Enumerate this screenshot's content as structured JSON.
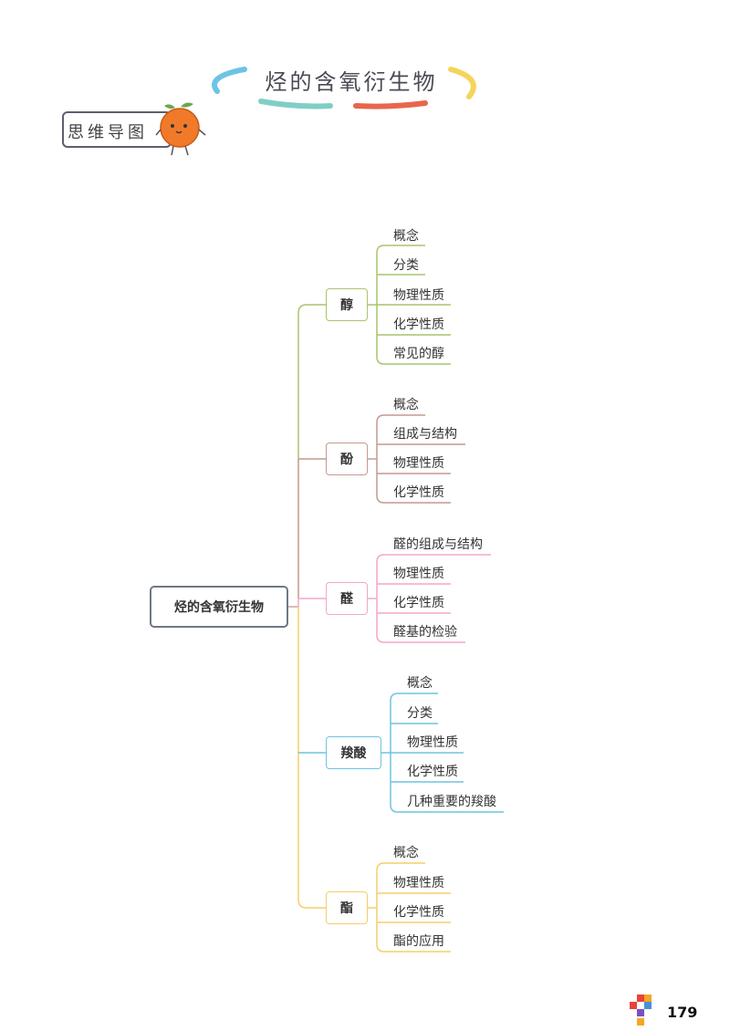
{
  "header": {
    "title": "烃的含氧衍生物",
    "badge": "思维导图"
  },
  "mindmap": {
    "root": "烃的含氧衍生物",
    "branches": [
      {
        "label": "醇",
        "color": "#a9c46c",
        "children": [
          "概念",
          "分类",
          "物理性质",
          "化学性质",
          "常见的醇"
        ]
      },
      {
        "label": "酚",
        "color": "#c49a8e",
        "children": [
          "概念",
          "组成与结构",
          "物理性质",
          "化学性质"
        ]
      },
      {
        "label": "醛",
        "color": "#f3a6cc",
        "children": [
          "醛的组成与结构",
          "物理性质",
          "化学性质",
          "醛基的检验"
        ]
      },
      {
        "label": "羧酸",
        "color": "#6ec3e0",
        "children": [
          "概念",
          "分类",
          "物理性质",
          "化学性质",
          "几种重要的羧酸"
        ]
      },
      {
        "label": "酯",
        "color": "#f5cd6b",
        "children": [
          "概念",
          "物理性质",
          "化学性质",
          "酯的应用"
        ]
      }
    ]
  },
  "footer": {
    "page_number": "179"
  },
  "colors": {
    "title_arc_blue": "#6ec3e6",
    "title_arc_teal": "#7fcfc4",
    "title_arc_red": "#e8664c",
    "title_arc_yellow": "#f5d45a",
    "orange": "#f07a2a"
  }
}
